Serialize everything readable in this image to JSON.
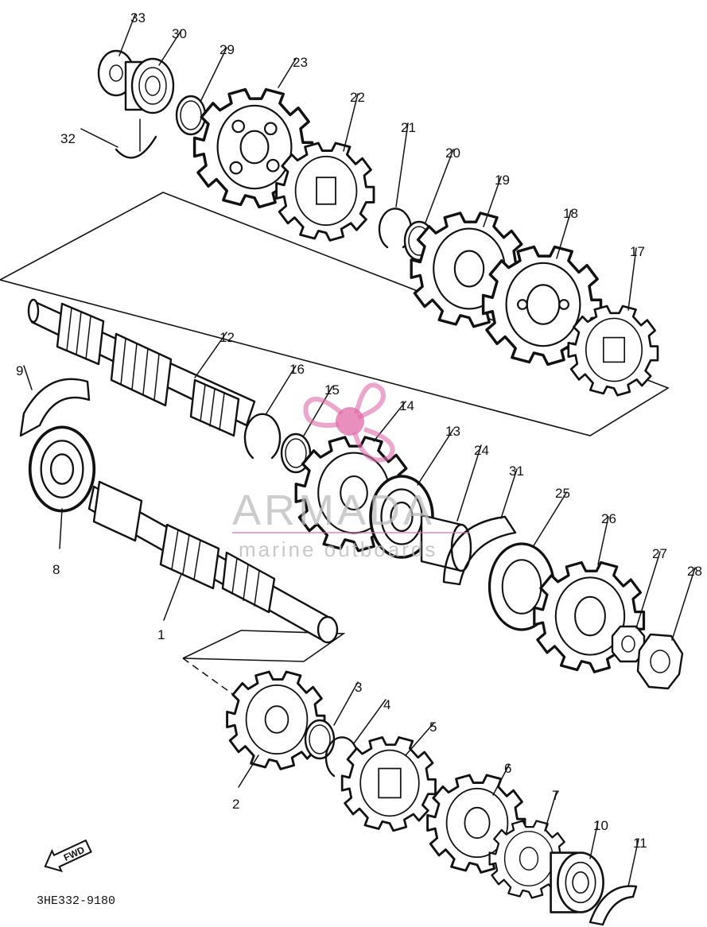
{
  "diagram": {
    "part_labels": [
      "1",
      "2",
      "3",
      "4",
      "5",
      "6",
      "7",
      "8",
      "9",
      "10",
      "11",
      "12",
      "13",
      "14",
      "15",
      "16",
      "17",
      "18",
      "19",
      "20",
      "21",
      "22",
      "23",
      "24",
      "25",
      "26",
      "27",
      "28",
      "29",
      "30",
      "31",
      "32",
      "33"
    ],
    "catalog_code": "3HE332-9180",
    "fwd_label": "FWD",
    "watermark": {
      "brand": "ARMADA",
      "tagline": "marine outboards",
      "accent_color": "#e06aa8",
      "text_color": "#bbbbbb"
    }
  }
}
